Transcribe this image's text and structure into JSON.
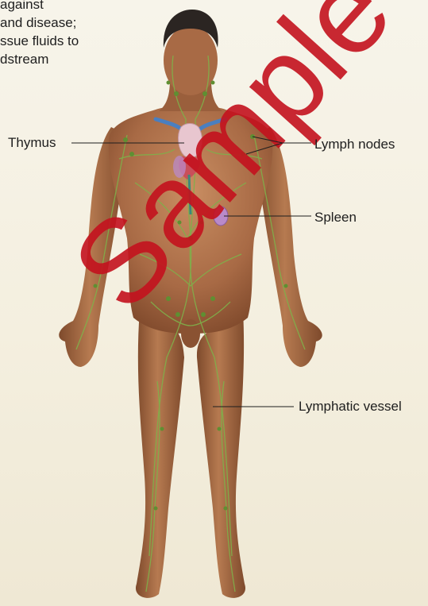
{
  "figure": {
    "intro_lines": [
      "against",
      "and disease;",
      "ssue fluids to",
      "dstream"
    ],
    "watermark": "Sample",
    "colors": {
      "skin": "#a86a45",
      "skin_light": "#c48a5d",
      "skin_dark": "#7a4528",
      "hair": "#2b2522",
      "vessel": "#7fb04a",
      "node": "#5f8f32",
      "thymus": "#e8c6cf",
      "heart": "#c94f5a",
      "vein": "#4a7fc0",
      "spleen": "#b98ac9",
      "watermark": "#c4121e"
    },
    "labels": {
      "thymus": "Thymus",
      "lymph_nodes": "Lymph nodes",
      "spleen": "Spleen",
      "lymphatic_vessel": "Lymphatic vessel"
    }
  }
}
